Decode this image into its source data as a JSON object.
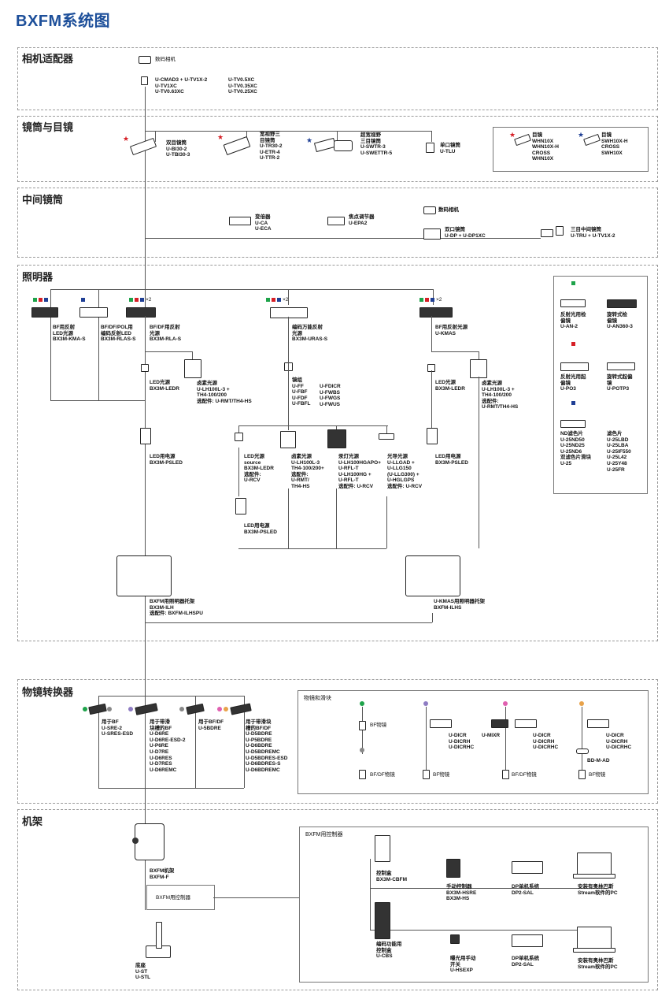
{
  "page_title": "BXFM系统图",
  "colors": {
    "title": "#1d4f9a",
    "green": "#1ea34a",
    "red": "#d61f26",
    "blue": "#1f3f95",
    "purple": "#8e7cc3",
    "pink": "#e060b0",
    "orange": "#e8a24a",
    "gray": "#888888"
  },
  "sections": {
    "camera_adapter": "相机适配器",
    "tubes": "镜筒与目镜",
    "intermediate": "中间镜筒",
    "illuminator": "照明器",
    "nosepiece": "物镜转换器",
    "frame": "机架"
  },
  "camera_adapter": {
    "digital_camera": "数码相机",
    "models_left": "U-CMAD3 + U-TV1X-2\nU-TV1XC\nU-TV0.63XC",
    "models_right": "U-TV0.5XC\nU-TV0.35XC\nU-TV0.25XC"
  },
  "tubes": {
    "binocular": "双目镜筒\nU-BI30-2\nU-TBI30-3",
    "trinocular": "宽视野三\n目镜筒\nU-TR30-2\nU-ETR-4\nU-TTR-2",
    "super_wide": "超宽视野\n三目镜筒\nU-SWTR-3\nU-SWETTR-5",
    "single": "单口镜筒\nU-TLU",
    "eyepiece_a": "目镜\nWHN10X\nWHN10X-H\nCROSS\nWHN10X",
    "eyepiece_b": "目镜\nSWH10X-H\nCROSS\nSWH10X"
  },
  "intermediate": {
    "magnifier": "变倍器\nU-CA\nU-ECA",
    "focus": "焦点调节器\nU-EPA2",
    "digital_camera": "数码相机",
    "dual_port": "双口镜筒\nU-DP + U-DP1XC",
    "triple_port": "三目中间镜筒\nU-TRU + U-TV1X-2"
  },
  "illuminator": {
    "x2": "×2",
    "kma": "BF用反射\nLED光源\nBX3M-KMA-S",
    "rlas": "BF/DF/POL用\n编码反射LED\nBX3M-RLAS-S",
    "rla": "BF/DF用反射\n光源\nBX3M-RLA-S",
    "uras": "编码万能反射\n光源\nBX3M-URAS-S",
    "kmas": "BF用反射光源\nU-KMAS",
    "led_l": "LED光源\nBX3M-LEDR",
    "halogen_l": "卤素光源\nU-LH100L-3 +\nTH4-100/200\n选配件: U-RMT/TH4-HS",
    "psled_l": "LED用电源\nBX3M-PSLED",
    "cube": "镜组\nU-FF\nU-FBF\nU-FDF\nU-FBFL",
    "cube2": "U-FDICR\nU-FWBS\nU-FWGS\nU-FWUS",
    "led_source": "LED光源\nsource\nBX3M-LEDR\n选配件:\nU-RCV",
    "halogen_m": "卤素光源\nU-LH100L-3\nTH4-100/200+\n选配件:\nU-RMT/\nTH4-HS",
    "mercury": "汞灯光源\nU-LH100HGAPO+\nU-RFL-T\nU-LH100HG +\nU-RFL-T\n选配件: U-RCV",
    "fiber": "光导光源\nU-LLGAD +\nU-LLG150\n(U-LLG300) +\nU-HGLGPS\n选配件: U-RCV",
    "psled_m": "LED用电源\nBX3M-PSLED",
    "led_r": "LED光源\nBX3M-LEDR",
    "halogen_r": "卤素光源\nU-LH100L-3 +\nTH4-100/200\n选配件:\nU-RMT/TH4-HS",
    "psled_r": "LED用电源\nBX3M-PSLED",
    "holder_l": "BXFM用照明器托架\nBX3M-ILH\n选配件: BXFM-ILHSPU",
    "holder_r": "U-KMAS用照明器托架\nBXFM-ILHS",
    "filters": {
      "an": "反射光用检\n偏镜\nU-AN-2",
      "an360": "旋转式检\n偏镜\nU-AN360-3",
      "po": "反射光用起\n偏镜\nU-PO3",
      "potp": "旋转式起偏\n镜\nU-POTP3",
      "nd": "ND滤色片\nU-25ND50\nU-25ND25\nU-25ND6\n双滤色片滑块\nU-25",
      "color": "滤色片\nU-25LBD\nU-25LBA\nU-25IF550\nU-25L42\nU-25Y48\nU-25FR"
    }
  },
  "nosepiece": {
    "bf": "用于BF\nU-SRE-2\nU-SRES-ESD",
    "bfdf_slider": "用于带滑\n块槽的BF\nU-D6RE\nU-D6RE-ESD-2\nU-P6RE\nU-D7RE\nU-D6RES\nU-D7RES\nU-D6REMC",
    "bfdf": "用于BF/DF\nU-5BDRE",
    "bfdf_slider2": "用于带滑块\n槽的BF/DF\nU-D5BDRE\nU-P5BDRE\nU-D6BDRE\nU-D5BDREMC\nU-D5BDRES-ESD\nU-D6BDRES-S\nU-D6BDREMC",
    "obj_title": "物镜和滑块",
    "bf_obj": "BF物镜",
    "bfdf_obj": "BF/DF物镜",
    "dicr1": "U-DICR\nU-DICRH\nU-DICRHC",
    "mixr": "U-MIXR",
    "dicr2": "U-DICR\nU-DICRH\nU-DICRHC",
    "dicr3": "U-DICR\nU-DICRH\nU-DICRHC",
    "adapter": "BD-M-AD"
  },
  "frame": {
    "frame": "BXFM机架\nBXFM-F",
    "controller_link": "BXFM用控制器",
    "stand": "底座\nU-ST\nU-STL",
    "ctrl_title": "BXFM用控制器",
    "cbfm": "控制盒\nBX3M-CBFM",
    "hsre": "手动控制器\nBX3M-HSRE\nBX3M-HS",
    "dp2_a": "DP单机系统\nDP2-SAL",
    "pc_a": "安装有奥林巴斯\nStream软件的PC",
    "cbs": "编码功能用\n控制盒\nU-CBS",
    "hsexp": "曝光用手动\n开关\nU-HSEXP",
    "dp2_b": "DP单机系统\nDP2-SAL",
    "pc_b": "安装有奥林巴斯\nStream软件的PC"
  }
}
